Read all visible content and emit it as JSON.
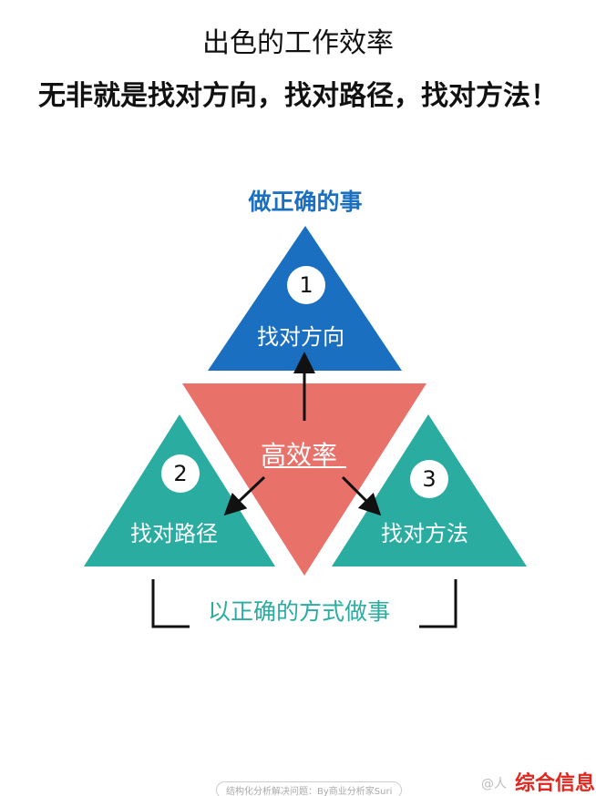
{
  "title": "出色的工作效率",
  "subtitle": "无非就是找对方向，找对路径，找对方法！",
  "diagram": {
    "top_label": "做正确的事",
    "center": "高效率",
    "nodes": [
      {
        "number": "1",
        "label": "找对方向",
        "color": "#1a6fc0"
      },
      {
        "number": "2",
        "label": "找对路径",
        "color": "#2aaca0"
      },
      {
        "number": "3",
        "label": "找对方法",
        "color": "#2aaca0"
      }
    ],
    "center_color": "#e8716a",
    "bottom_label": "以正确的方式做事"
  },
  "footer": "结构化分析解决问题：By商业分析家Suri",
  "watermark": {
    "handle": "@人",
    "brand": "综合信息"
  }
}
